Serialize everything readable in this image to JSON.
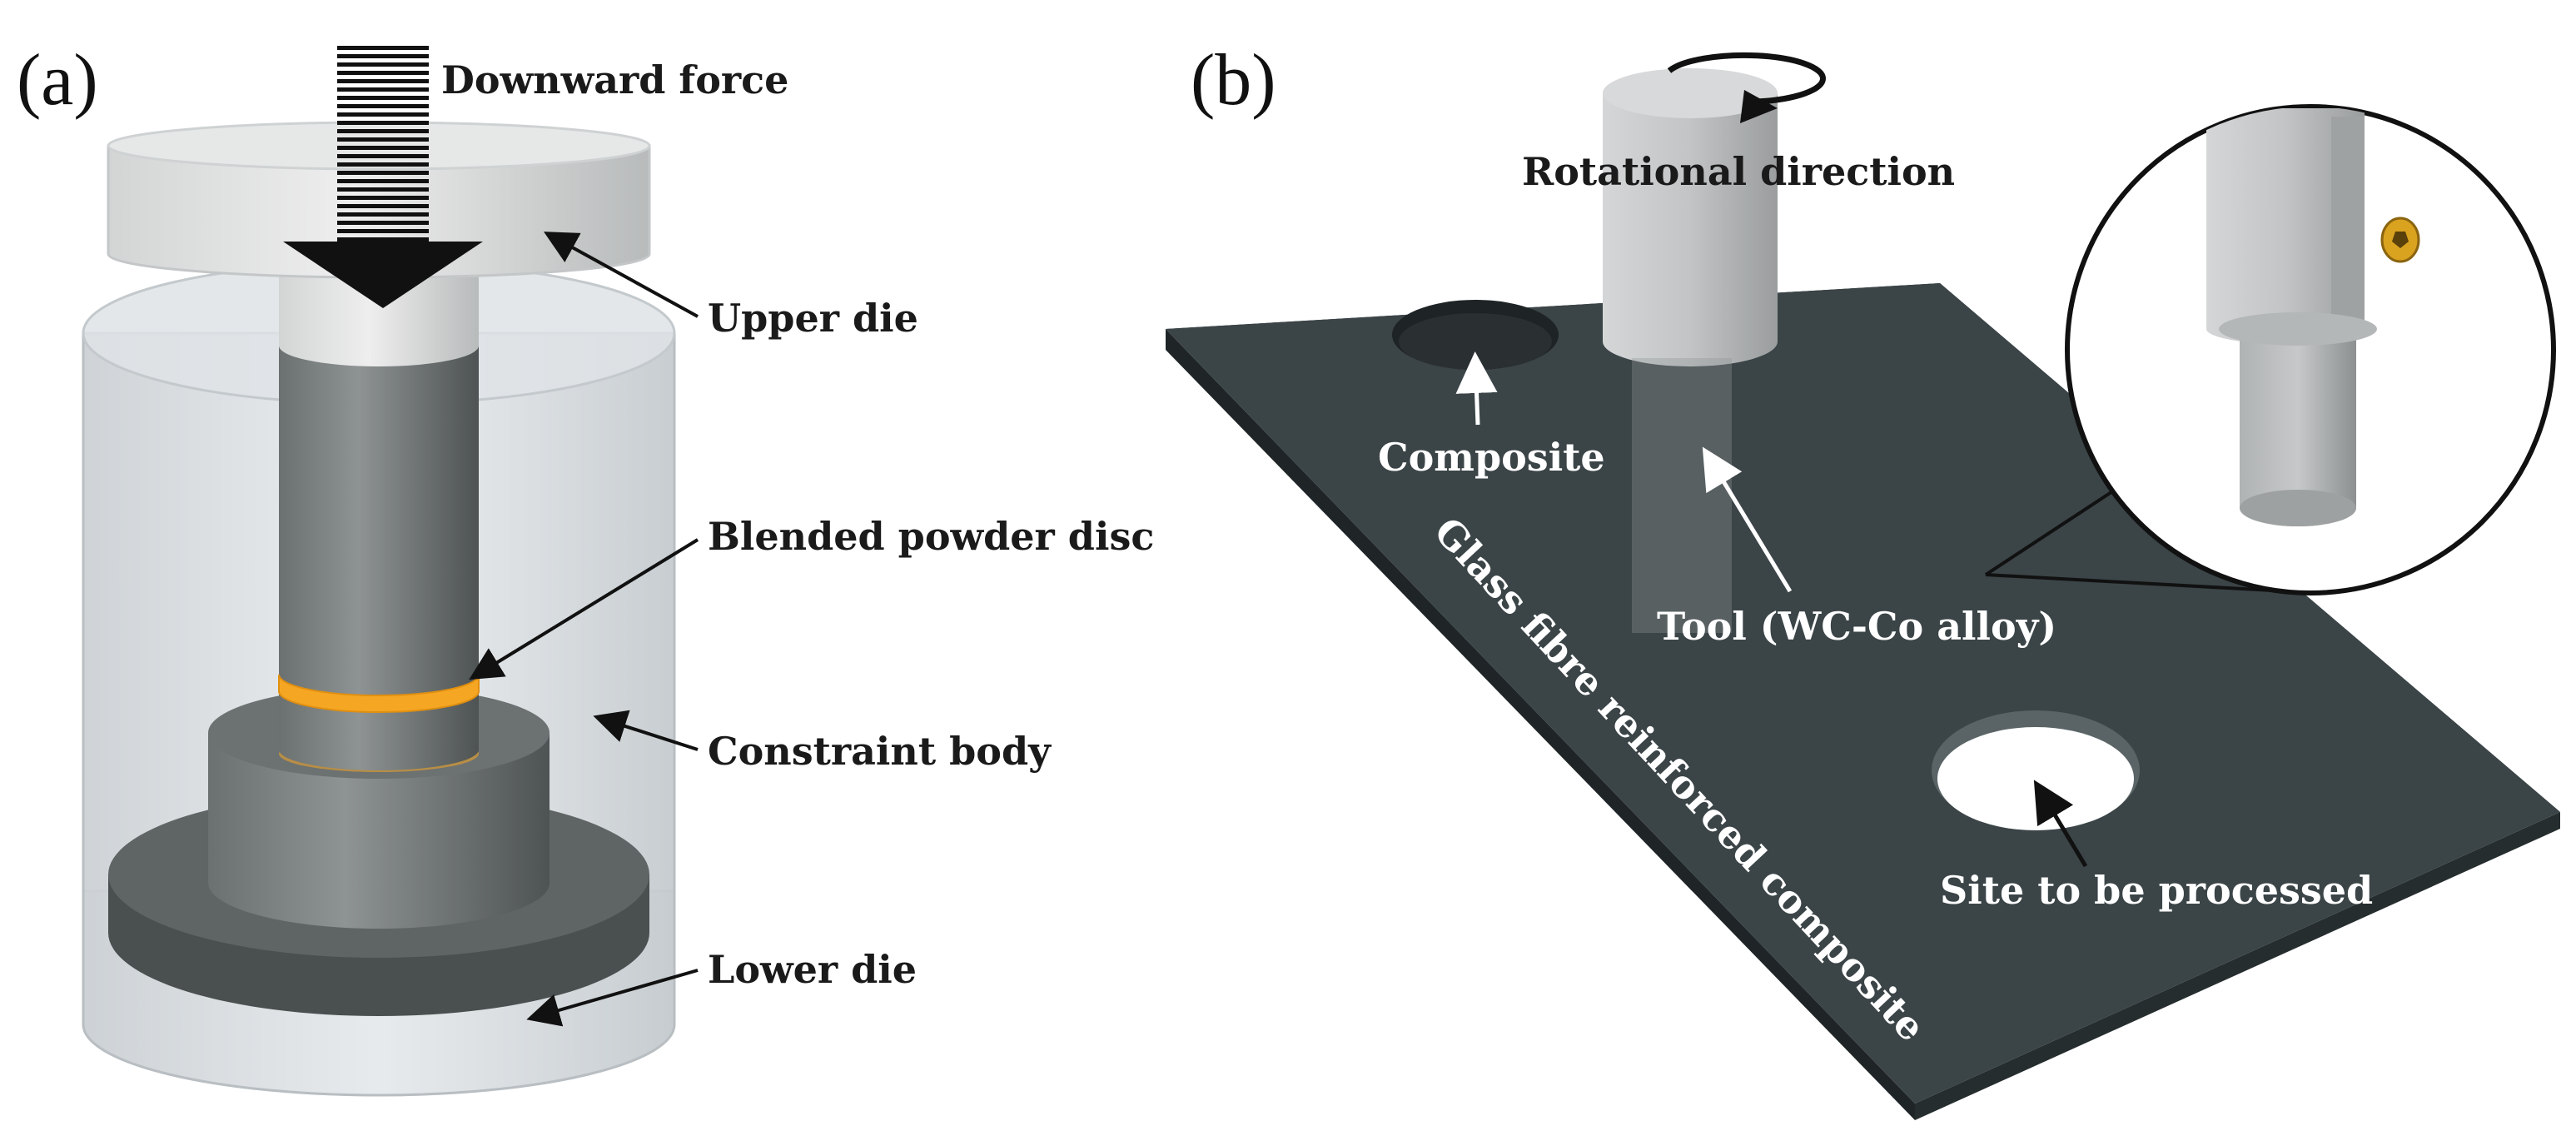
{
  "panel_a": {
    "tag": "(a)",
    "labels": {
      "downward_force": "Downward force",
      "upper_die": "Upper die",
      "blended_powder_disc": "Blended powder disc",
      "constraint_body": "Constraint body",
      "lower_die": "Lower die"
    }
  },
  "panel_b": {
    "tag": "(b)",
    "labels": {
      "rotational_direction": "Rotational direction",
      "composite": "Composite",
      "plate": "Glass fibre reinforced composite",
      "tool": "Tool (WC-Co alloy)",
      "site": "Site to be processed"
    }
  },
  "colors": {
    "powder_disc": "#f5a623",
    "plate": "#3b4447",
    "tool_metal": "#b9bcbd",
    "screw": "#d9a21f"
  }
}
